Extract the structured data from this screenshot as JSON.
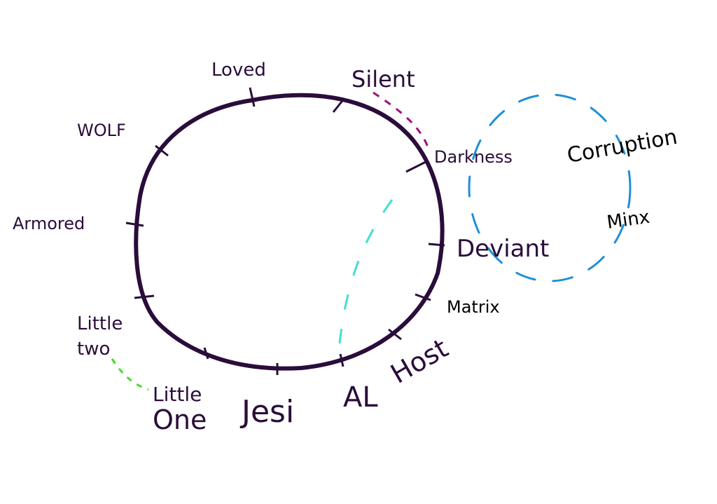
{
  "colors": {
    "ring": "#2a0d3a",
    "silent_link": "#a0107a",
    "ai_link": "#3fe0d0",
    "little_link": "#44dd22",
    "corruption_group": "#1f8fd6"
  },
  "labels": {
    "loved": "Loved",
    "silent": "Silent",
    "wolf": "WOLF",
    "darkness": "Darkness",
    "corruption": "Corruption",
    "armored": "Armored",
    "deviant": "Deviant",
    "minx": "Minx",
    "matrix": "Matrix",
    "little_two_1": "Little",
    "little_two_2": "two",
    "little_one_1": "Little",
    "little_one_2": "One",
    "jesi": "Jesi",
    "ai": "AL",
    "host": "Host"
  }
}
